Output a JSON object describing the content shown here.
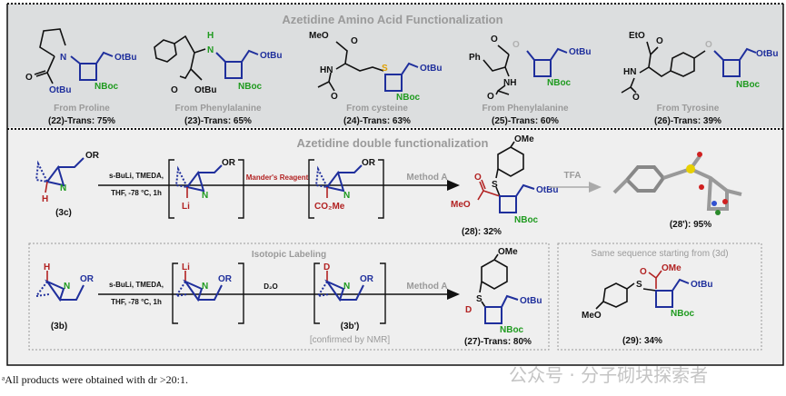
{
  "colors": {
    "azetidine_blue": "#1f2f9c",
    "nboc_green": "#1e9a1e",
    "accent_red": "#b22222",
    "sulfur_orange": "#e0a000",
    "panel_top": "#dcdedf",
    "panel_bottom": "#efefef"
  },
  "top_panel": {
    "title": "Azetidine Amino Acid Functionalization",
    "compounds": [
      {
        "source": "From Proline",
        "yield": "(22)-Trans: 75%"
      },
      {
        "source": "From Phenylalanine",
        "yield": "(23)-Trans: 65%"
      },
      {
        "source": "From cysteine",
        "yield": "(24)-Trans: 63%"
      },
      {
        "source": "From Phenylalanine",
        "yield": "(25)-Trans: 60%"
      },
      {
        "source": "From Tyrosine",
        "yield": "(26)-Trans: 39%"
      }
    ]
  },
  "chem": {
    "otbu": "OtBu",
    "nboc": "NBoc",
    "n": "N",
    "h": "H",
    "o": "O",
    "meo": "MeO",
    "eto": "EtO",
    "ome": "OMe",
    "hn": "HN",
    "nh": "NH",
    "ph": "Ph",
    "s": "S",
    "or": "OR",
    "li": "Li",
    "d": "D",
    "co2me": "CO₂Me"
  },
  "bottom_panel": {
    "title": "Azetidine double functionalization",
    "row1": {
      "start_label": "(3c)",
      "reagent_line1": "s-BuLi, TMEDA,",
      "reagent_line2": "THF, -78 °C, 1h",
      "step2": "Mander's Reagent",
      "step3": "Method A",
      "product_label": "(28): 32%",
      "step4": "TFA",
      "final_label": "(28'): 95%"
    },
    "isotopic_box": {
      "title": "Isotopic Labeling",
      "start_label": "(3b)",
      "reagent_line1": "s-BuLi, TMEDA,",
      "reagent_line2": "THF, -78 °C, 1h",
      "step2": "D₂O",
      "intermediate_label": "(3b')",
      "note": "[confirmed by NMR]",
      "step3": "Method A",
      "product_label": "(27)-Trans: 80%"
    },
    "same_sequence_box": {
      "title": "Same sequence starting from (3d)",
      "product_label": "(29): 34%"
    }
  },
  "footnote": "ᵃAll products were obtained with dr >20:1.",
  "watermark": "公众号 · 分子砌块探索者"
}
